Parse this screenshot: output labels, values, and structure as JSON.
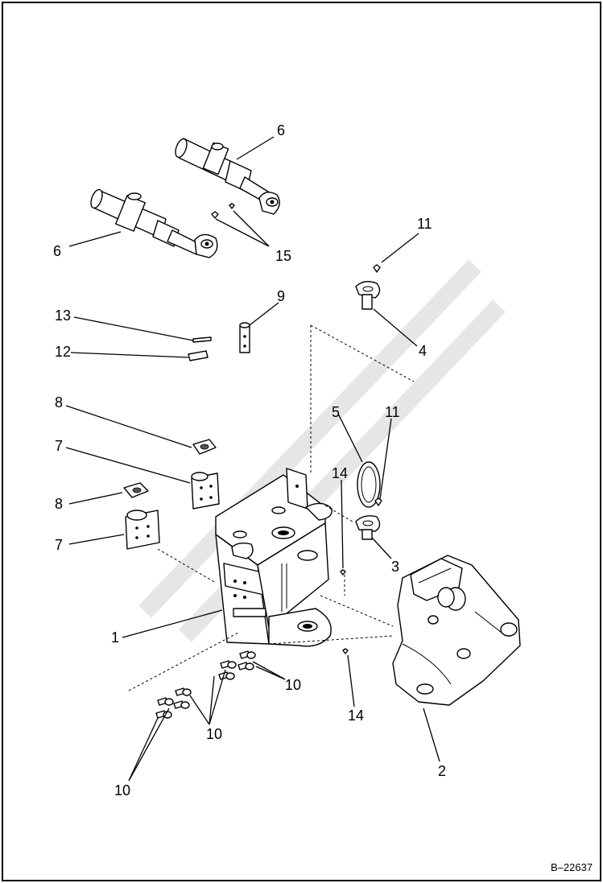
{
  "figure_id": "B–22637",
  "callouts": [
    {
      "id": "c6a",
      "label": "6"
    },
    {
      "id": "c6b",
      "label": "6"
    },
    {
      "id": "c15",
      "label": "15"
    },
    {
      "id": "c11a",
      "label": "11"
    },
    {
      "id": "c9",
      "label": "9"
    },
    {
      "id": "c13",
      "label": "13"
    },
    {
      "id": "c12",
      "label": "12"
    },
    {
      "id": "c4",
      "label": "4"
    },
    {
      "id": "c8a",
      "label": "8"
    },
    {
      "id": "c5",
      "label": "5"
    },
    {
      "id": "c11b",
      "label": "11"
    },
    {
      "id": "c7a",
      "label": "7"
    },
    {
      "id": "c14a",
      "label": "14"
    },
    {
      "id": "c8b",
      "label": "8"
    },
    {
      "id": "c7b",
      "label": "7"
    },
    {
      "id": "c3",
      "label": "3"
    },
    {
      "id": "c1",
      "label": "1"
    },
    {
      "id": "c10a",
      "label": "10"
    },
    {
      "id": "c10b",
      "label": "10"
    },
    {
      "id": "c14b",
      "label": "14"
    },
    {
      "id": "c2",
      "label": "2"
    },
    {
      "id": "c10c",
      "label": "10"
    }
  ]
}
